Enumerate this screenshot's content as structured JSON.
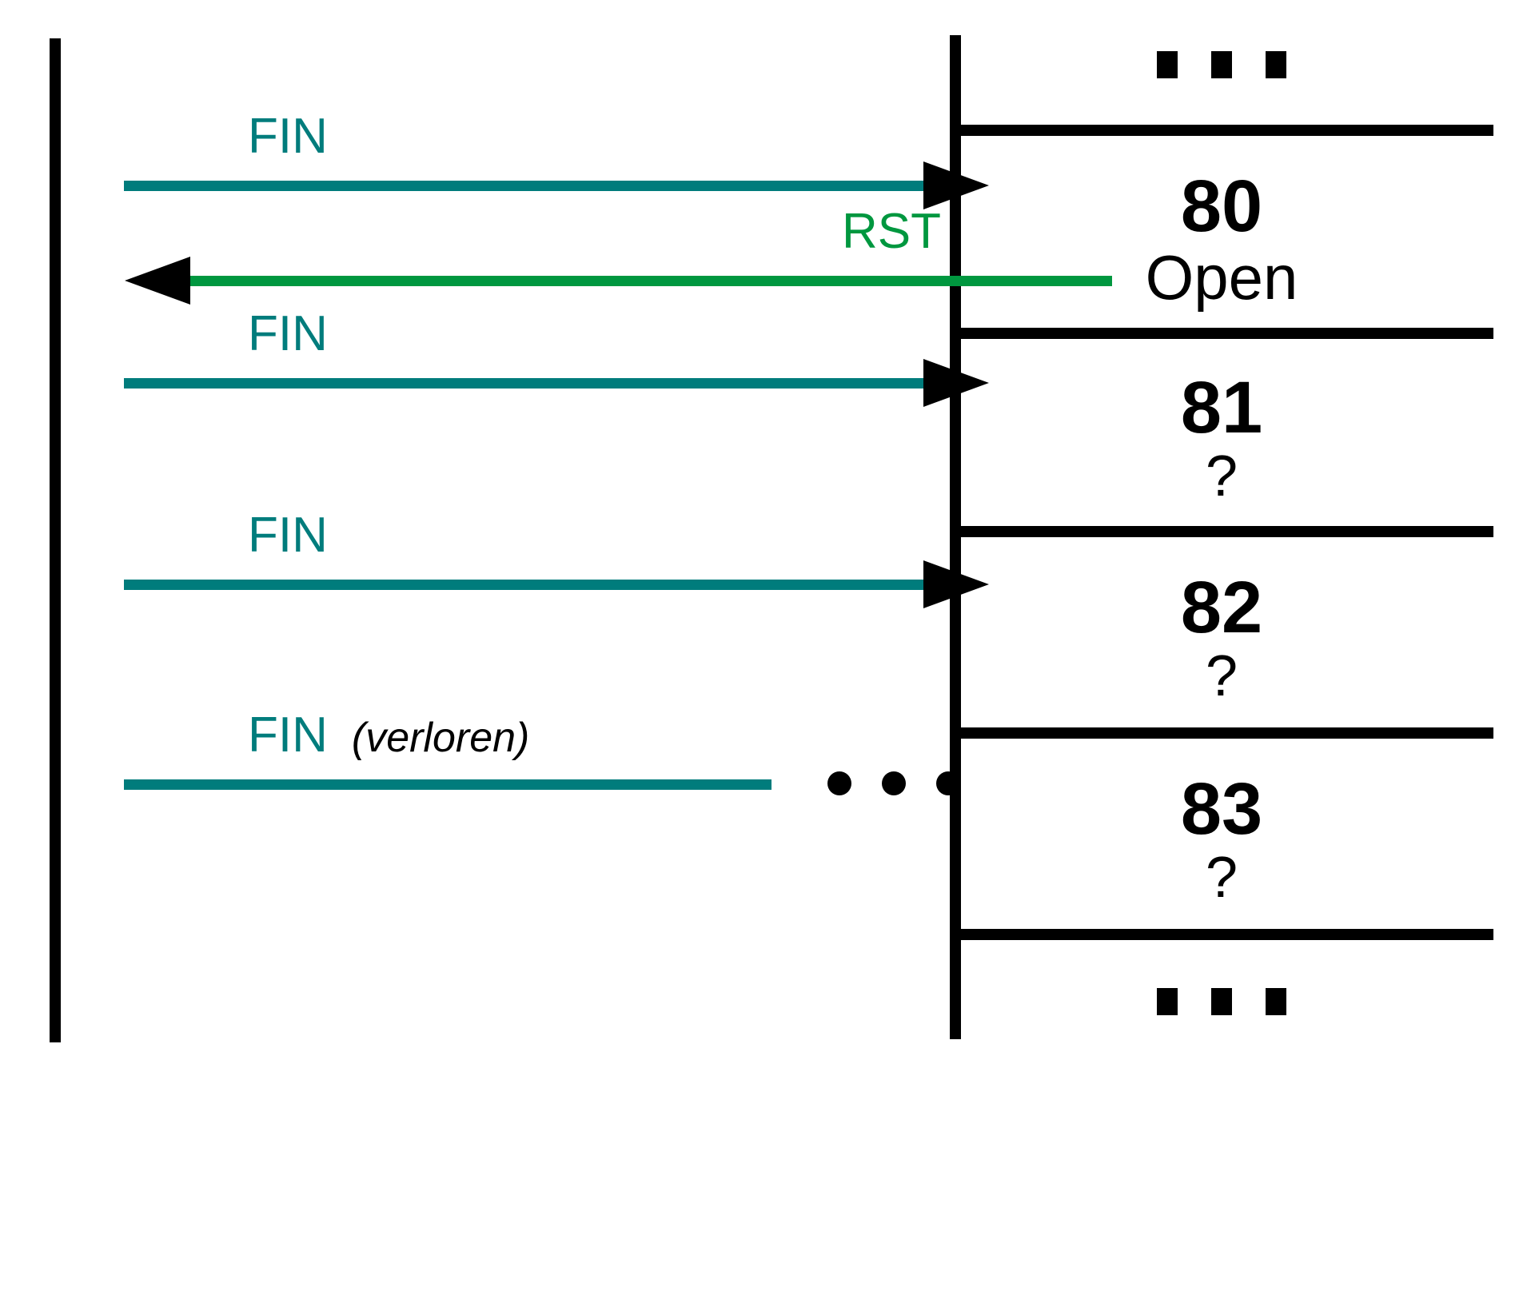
{
  "diagram": {
    "type": "tcp-fin-scan-sequence",
    "client_timeline_label": "",
    "server_timeline_label": ""
  },
  "messages": [
    {
      "id": "fin-80",
      "label": "FIN",
      "annotation": "",
      "direction": "right",
      "color": "#007C7C",
      "lost": false
    },
    {
      "id": "rst-80",
      "label": "RST",
      "annotation": "",
      "direction": "left",
      "color": "#00973F",
      "lost": false
    },
    {
      "id": "fin-81",
      "label": "FIN",
      "annotation": "",
      "direction": "right",
      "color": "#007C7C",
      "lost": false
    },
    {
      "id": "fin-82",
      "label": "FIN",
      "annotation": "",
      "direction": "right",
      "color": "#007C7C",
      "lost": false
    },
    {
      "id": "fin-83",
      "label": "FIN",
      "annotation": "(verloren)",
      "direction": "right",
      "color": "#007C7C",
      "lost": true
    }
  ],
  "ports": [
    {
      "id": "top-ellipsis",
      "number": "",
      "state": "",
      "ellipsis": true
    },
    {
      "id": "port-80",
      "number": "80",
      "state": "Open",
      "ellipsis": false
    },
    {
      "id": "port-81",
      "number": "81",
      "state": "?",
      "ellipsis": false
    },
    {
      "id": "port-82",
      "number": "82",
      "state": "?",
      "ellipsis": false
    },
    {
      "id": "port-83",
      "number": "83",
      "state": "?",
      "ellipsis": false
    },
    {
      "id": "bottom-ellipsis",
      "number": "",
      "state": "",
      "ellipsis": true
    }
  ],
  "colors": {
    "fin": "#007C7C",
    "rst": "#00973F",
    "line": "#000000",
    "background": "#ffffff"
  }
}
